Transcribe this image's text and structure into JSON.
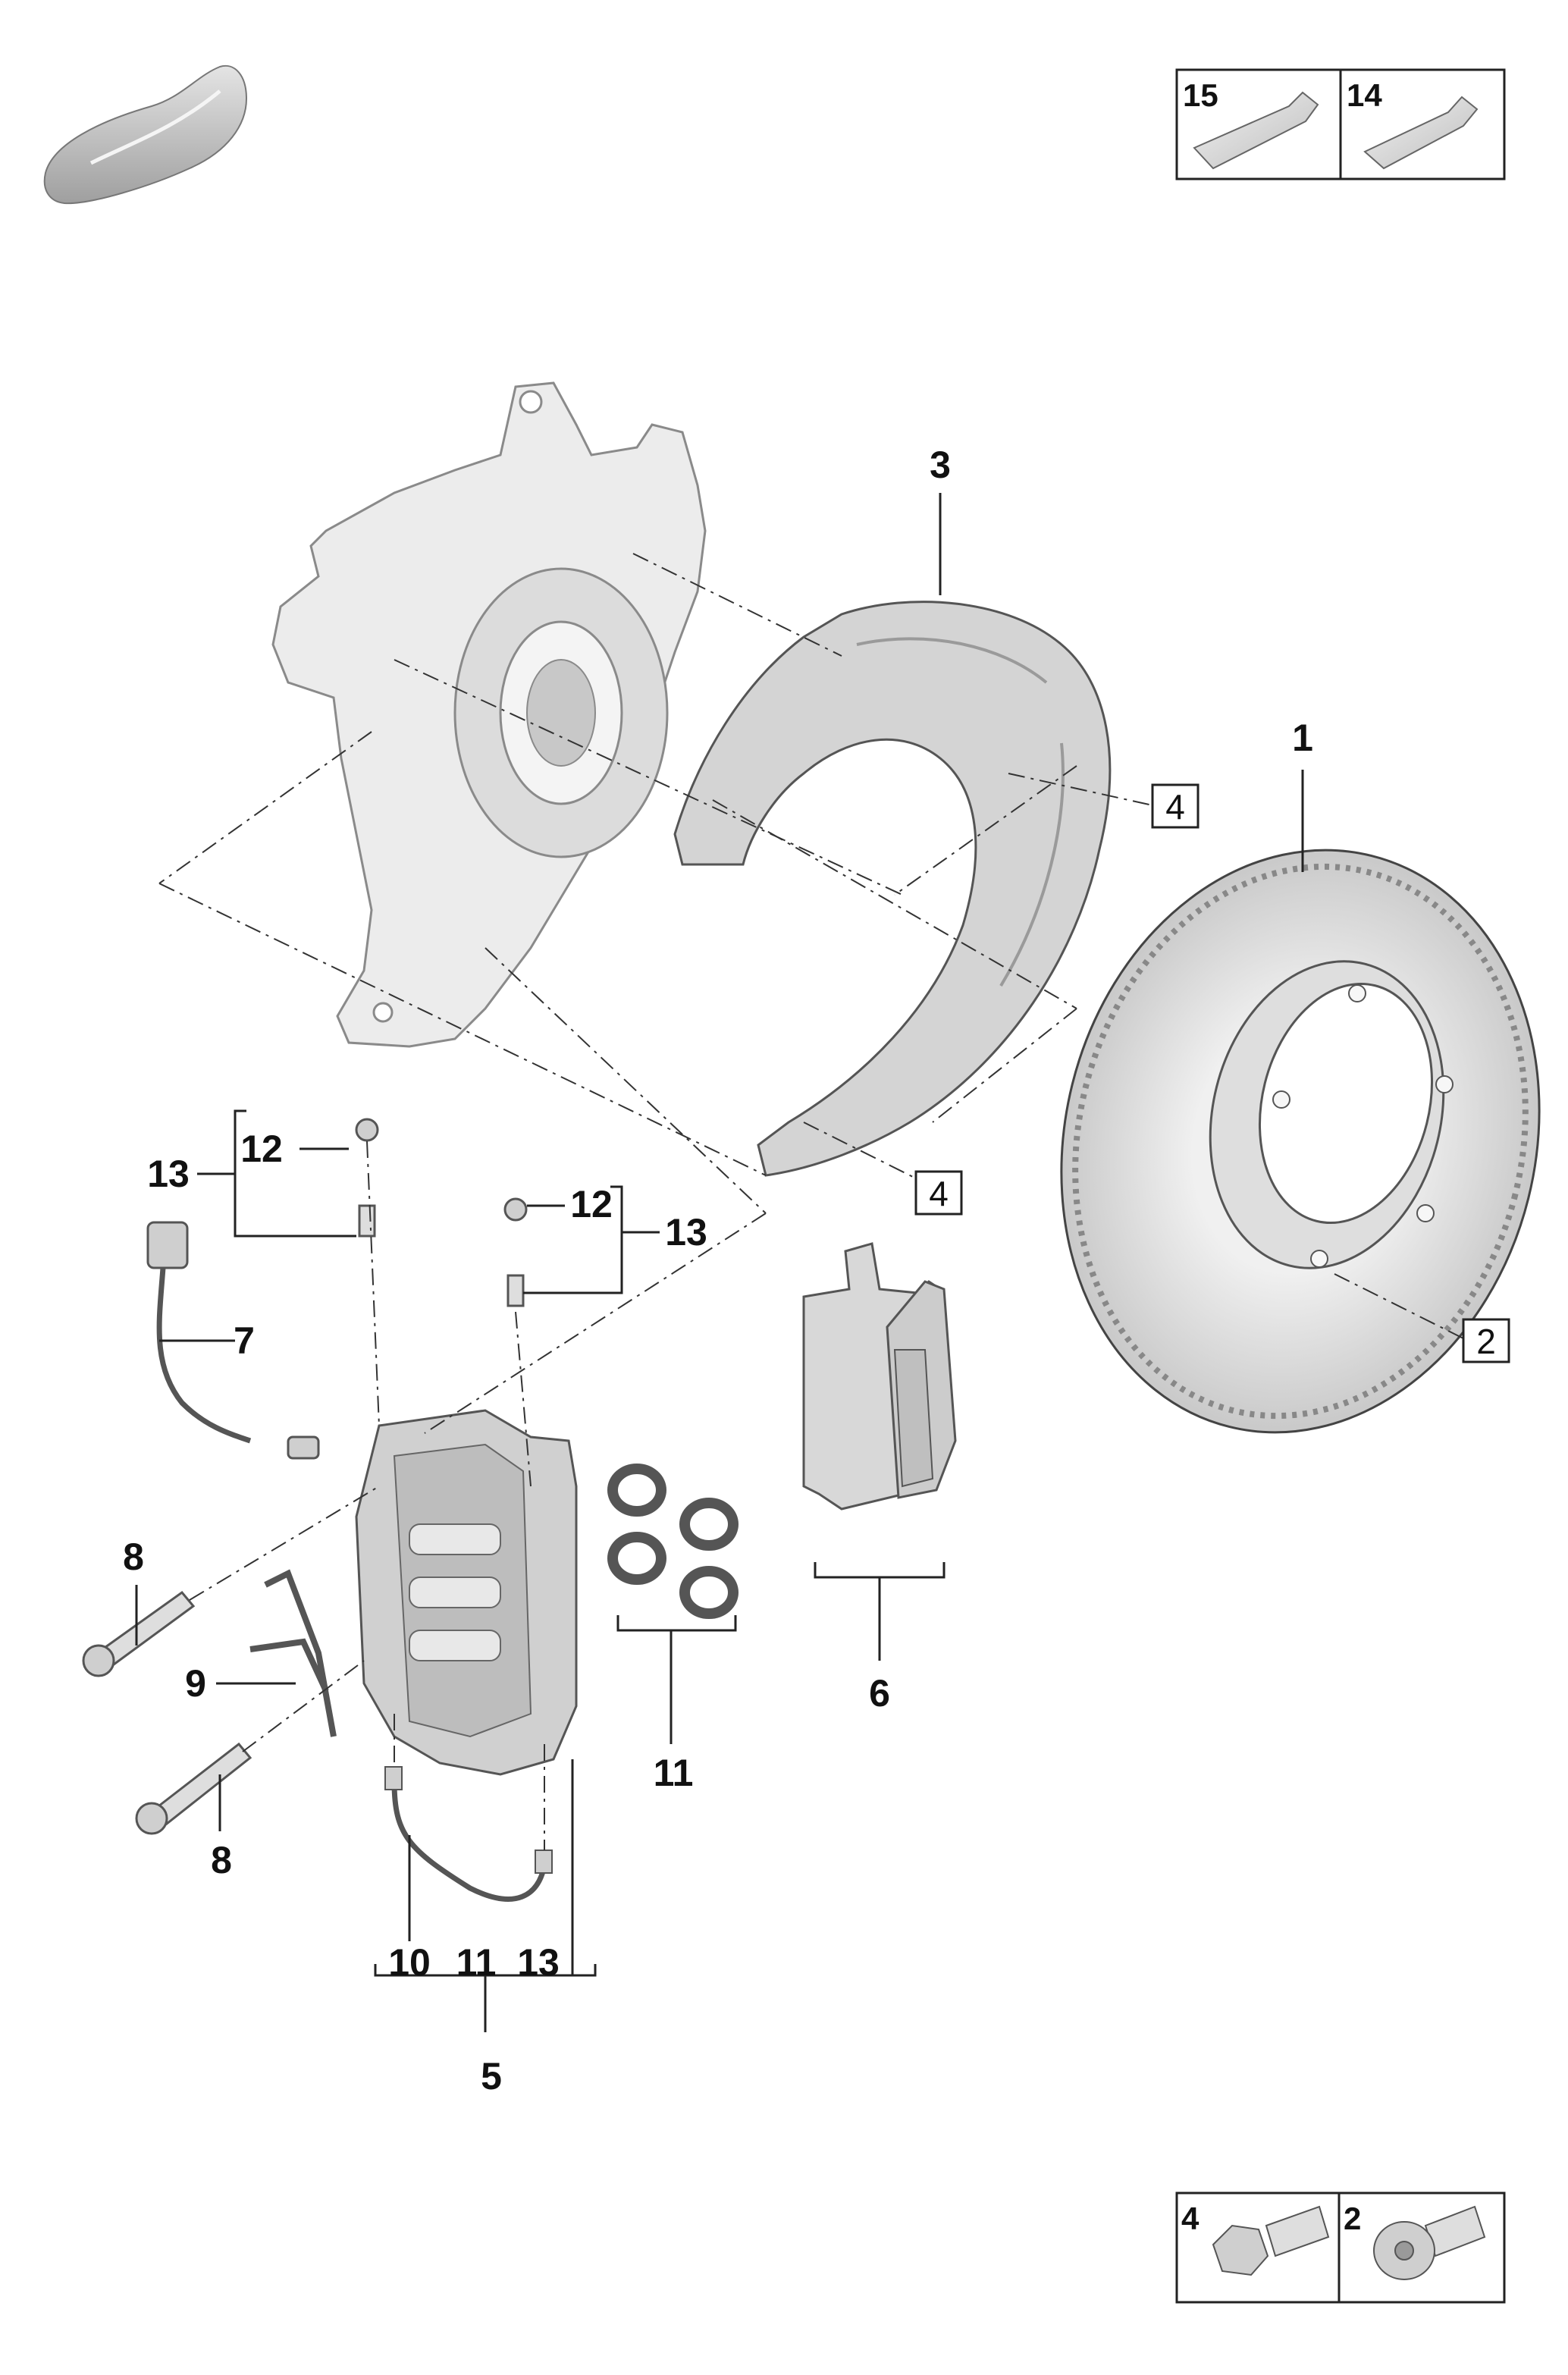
{
  "colors": {
    "part_fill": "#e6e6e6",
    "part_shade": "#c8c8c8",
    "part_dark": "#9a9a9a",
    "outline": "#4a4a4a",
    "line": "#222222"
  },
  "icons": {
    "vehicle": "car-silhouette-icon",
    "sealant_tube": "tube-icon",
    "bolt": "bolt-icon"
  },
  "legend_top": {
    "left": "15",
    "right": "14"
  },
  "legend_bottom": {
    "left": "4",
    "right": "2"
  },
  "callouts": {
    "disc": "1",
    "disc_bolt": "2",
    "shield": "3",
    "shield_bolt_upper": "4",
    "shield_bolt_lower": "4",
    "caliper": "5",
    "pads": "6",
    "wear_sensor": "7",
    "bolt_upper": "8",
    "bolt_lower": "8",
    "spring": "9",
    "seals": "11",
    "bleed_cap_left": "12",
    "bleed_group_left": "13",
    "bleed_cap_right": "12",
    "bleed_group_right": "13",
    "caliper_sub_10": "10",
    "caliper_sub_11": "11",
    "caliper_sub_13": "13"
  }
}
